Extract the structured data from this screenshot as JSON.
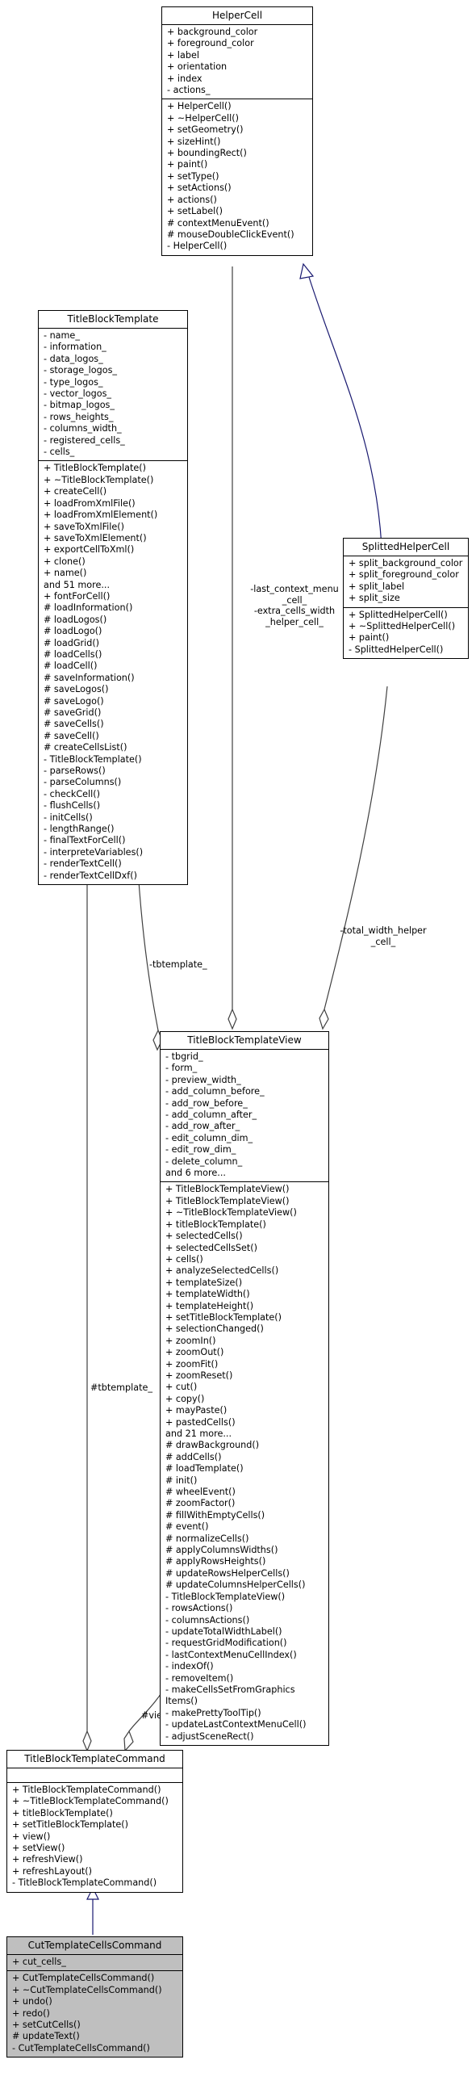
{
  "classes": {
    "helper_cell": {
      "title": "HelperCell",
      "attributes": [
        "+ background_color",
        "+ foreground_color",
        "+ label",
        "+ orientation",
        "+ index",
        "- actions_"
      ],
      "methods": [
        "+ HelperCell()",
        "+ ~HelperCell()",
        "+ setGeometry()",
        "+ sizeHint()",
        "+ boundingRect()",
        "+ paint()",
        "+ setType()",
        "+ setActions()",
        "+ actions()",
        "+ setLabel()",
        "# contextMenuEvent()",
        "# mouseDoubleClickEvent()",
        "- HelperCell()"
      ]
    },
    "title_block_template": {
      "title": "TitleBlockTemplate",
      "attributes": [
        "- name_",
        "- information_",
        "- data_logos_",
        "- storage_logos_",
        "- type_logos_",
        "- vector_logos_",
        "- bitmap_logos_",
        "- rows_heights_",
        "- columns_width_",
        "- registered_cells_",
        "- cells_"
      ],
      "methods": [
        "+ TitleBlockTemplate()",
        "+ ~TitleBlockTemplate()",
        "+ createCell()",
        "+ loadFromXmlFile()",
        "+ loadFromXmlElement()",
        "+ saveToXmlFile()",
        "+ saveToXmlElement()",
        "+ exportCellToXml()",
        "+ clone()",
        "+ name()",
        "and 51 more...",
        "+ fontForCell()",
        "# loadInformation()",
        "# loadLogos()",
        "# loadLogo()",
        "# loadGrid()",
        "# loadCells()",
        "# loadCell()",
        "# saveInformation()",
        "# saveLogos()",
        "# saveLogo()",
        "# saveGrid()",
        "# saveCells()",
        "# saveCell()",
        "# createCellsList()",
        "- TitleBlockTemplate()",
        "- parseRows()",
        "- parseColumns()",
        "- checkCell()",
        "- flushCells()",
        "- initCells()",
        "- lengthRange()",
        "- finalTextForCell()",
        "- interpreteVariables()",
        "- renderTextCell()",
        "- renderTextCellDxf()"
      ]
    },
    "splitted_helper_cell": {
      "title": "SplittedHelperCell",
      "attributes": [
        "+ split_background_color",
        "+ split_foreground_color",
        "+ split_label",
        "+ split_size"
      ],
      "methods": [
        "+ SplittedHelperCell()",
        "+ ~SplittedHelperCell()",
        "+ paint()",
        "- SplittedHelperCell()"
      ]
    },
    "title_block_template_view": {
      "title": "TitleBlockTemplateView",
      "attributes": [
        "- tbgrid_",
        "- form_",
        "- preview_width_",
        "- add_column_before_",
        "- add_row_before_",
        "- add_column_after_",
        "- add_row_after_",
        "- edit_column_dim_",
        "- edit_row_dim_",
        "- delete_column_",
        "and 6 more..."
      ],
      "methods": [
        "+ TitleBlockTemplateView()",
        "+ TitleBlockTemplateView()",
        "+ ~TitleBlockTemplateView()",
        "+ titleBlockTemplate()",
        "+ selectedCells()",
        "+ selectedCellsSet()",
        "+ cells()",
        "+ analyzeSelectedCells()",
        "+ templateSize()",
        "+ templateWidth()",
        "+ templateHeight()",
        "+ setTitleBlockTemplate()",
        "+ selectionChanged()",
        "+ zoomIn()",
        "+ zoomOut()",
        "+ zoomFit()",
        "+ zoomReset()",
        "+ cut()",
        "+ copy()",
        "+ mayPaste()",
        "+ pastedCells()",
        "and 21 more...",
        "# drawBackground()",
        "# addCells()",
        "# loadTemplate()",
        "# init()",
        "# wheelEvent()",
        "# zoomFactor()",
        "# fillWithEmptyCells()",
        "# event()",
        "# normalizeCells()",
        "# applyColumnsWidths()",
        "# applyRowsHeights()",
        "# updateRowsHelperCells()",
        "# updateColumnsHelperCells()",
        "- TitleBlockTemplateView()",
        "- rowsActions()",
        "- columnsActions()",
        "- updateTotalWidthLabel()",
        "- requestGridModification()",
        "- lastContextMenuCellIndex()",
        "- indexOf()",
        "- removeItem()",
        "- makeCellsSetFromGraphics",
        "  Items()",
        "- makePrettyToolTip()",
        "- updateLastContextMenuCell()",
        "- adjustSceneRect()"
      ]
    },
    "title_block_template_command": {
      "title": "TitleBlockTemplateCommand",
      "attributes": [],
      "methods": [
        "+ TitleBlockTemplateCommand()",
        "+ ~TitleBlockTemplateCommand()",
        "+ titleBlockTemplate()",
        "+ setTitleBlockTemplate()",
        "+ view()",
        "+ setView()",
        "+ refreshView()",
        "+ refreshLayout()",
        "- TitleBlockTemplateCommand()"
      ]
    },
    "cut_template_cells_command": {
      "title": "CutTemplateCellsCommand",
      "attributes": [
        "+ cut_cells_"
      ],
      "methods": [
        "+ CutTemplateCellsCommand()",
        "+ ~CutTemplateCellsCommand()",
        "+ undo()",
        "+ redo()",
        "+ setCutCells()",
        "# updateText()",
        "- CutTemplateCellsCommand()"
      ]
    }
  },
  "edge_labels": {
    "tbtemplate_view": "-tbtemplate_",
    "context_menu": [
      "-last_context_menu",
      "_cell_",
      "-extra_cells_width",
      "_helper_cell_"
    ],
    "total_width": [
      "-total_width_helper",
      "_cell_"
    ],
    "tbtemplate_command": "#tbtemplate_",
    "view_command": "#view_"
  },
  "colors": {
    "inheritance_arrow": "#191970",
    "association_line": "#404040",
    "focus_class_fill": "#bfbfbf"
  }
}
